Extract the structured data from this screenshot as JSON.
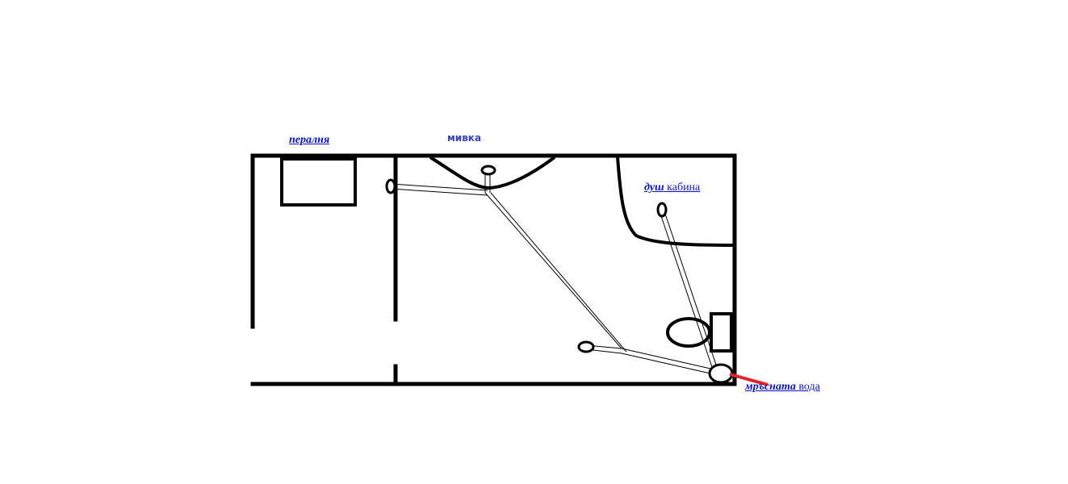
{
  "labels": {
    "laundry": "пералня",
    "sink": "мивка",
    "shower_word1": "душ",
    "shower_word2": "кабина",
    "dirty_word1": "мръсната",
    "dirty_word2": "вода"
  },
  "colors": {
    "ink": "#000000",
    "label": "#0b14c9",
    "label_sink": "#3a43c6",
    "drain_accent": "#e8202a"
  }
}
